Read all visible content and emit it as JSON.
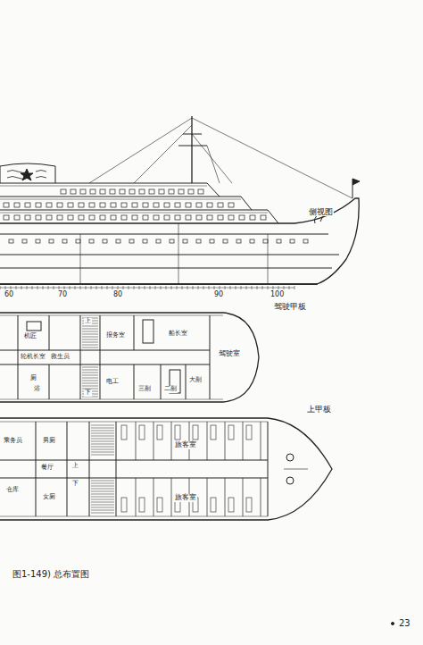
{
  "diagram": {
    "caption": "图1-149) 总布置图",
    "nodes": [
      {
        "text": [
          "侧视图"
        ]
      },
      {
        "text": [
          "驾驶甲板"
        ]
      },
      {
        "text": [
          "上甲板"
        ]
      }
    ],
    "labels": [
      "60",
      "70",
      "80",
      "90",
      "100",
      "机匠",
      "轮机长室",
      "报务室",
      "船长室",
      "驾驶室",
      "大副",
      "二副",
      "三副",
      "电工",
      "救生员",
      "厕",
      "浴",
      "上",
      "下",
      "乘务员",
      "男厕",
      "女厕",
      "仓库",
      "餐厅",
      "旅客室",
      "旅客室",
      "上",
      "下",
      "23"
    ]
  }
}
